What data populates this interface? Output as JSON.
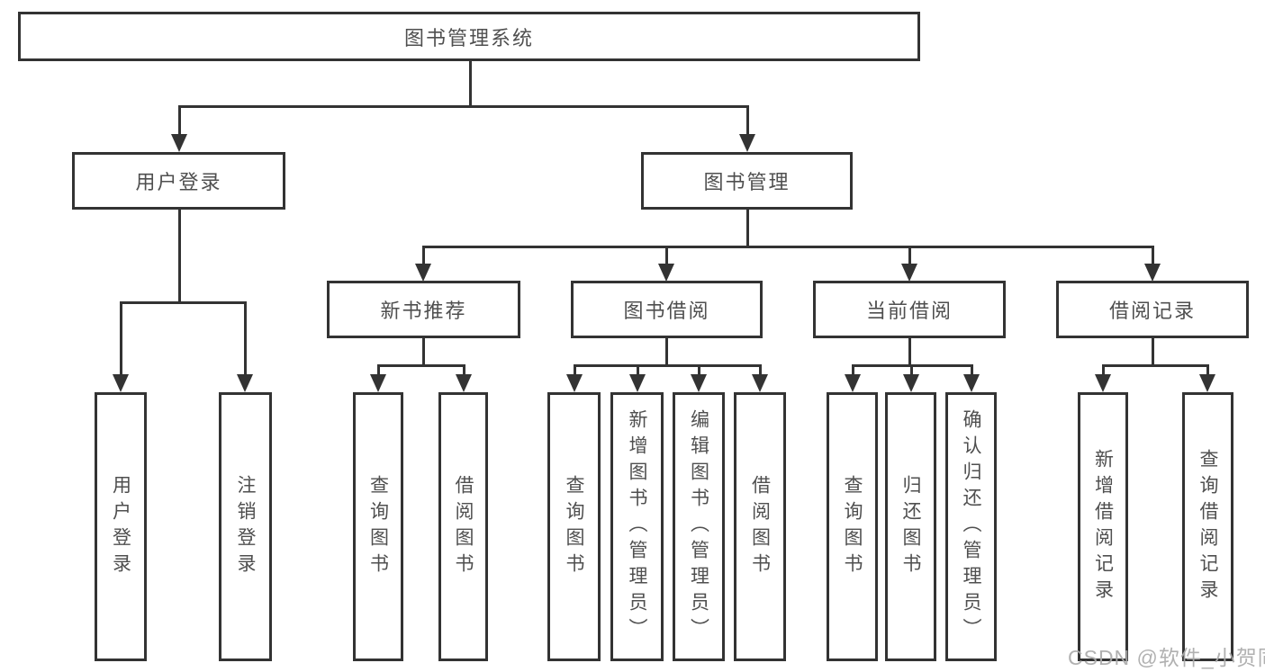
{
  "diagram": {
    "root": {
      "label": "图书管理系统"
    },
    "branches": [
      {
        "label": "用户登录",
        "children": [
          {
            "label": "用户登录"
          },
          {
            "label": "注销登录"
          }
        ]
      },
      {
        "label": "图书管理",
        "children": [
          {
            "label": "新书推荐",
            "children": [
              {
                "label": "查询图书"
              },
              {
                "label": "借阅图书"
              }
            ]
          },
          {
            "label": "图书借阅",
            "children": [
              {
                "label": "查询图书"
              },
              {
                "label": "新增图书（管理员）"
              },
              {
                "label": "编辑图书（管理员）"
              },
              {
                "label": "借阅图书"
              }
            ]
          },
          {
            "label": "当前借阅",
            "children": [
              {
                "label": "查询图书"
              },
              {
                "label": "归还图书"
              },
              {
                "label": "确认归还（管理员）"
              }
            ]
          },
          {
            "label": "借阅记录",
            "children": [
              {
                "label": "新增借阅记录"
              },
              {
                "label": "查询借阅记录"
              }
            ]
          }
        ]
      }
    ]
  },
  "watermark": "CSDN @软件_小贺同学",
  "colors": {
    "line": "#333333",
    "text": "#4f4f4f",
    "background": "#ffffff",
    "watermark": "#aaaaaa"
  }
}
